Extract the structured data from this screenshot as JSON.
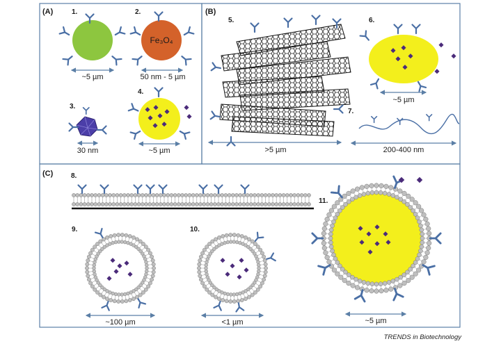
{
  "panels": {
    "a": "(A)",
    "b": "(B)",
    "c": "(C)"
  },
  "items": {
    "n1": {
      "number": "1.",
      "size_label": "~5 µm",
      "color": "#8dc63f"
    },
    "n2": {
      "number": "2.",
      "material": "Fe₃O₄",
      "size_label": "50 nm - 5 µm",
      "color": "#d4622a"
    },
    "n3": {
      "number": "3.",
      "size_label": "30 nm",
      "color": "#4b3ea8"
    },
    "n4": {
      "number": "4.",
      "size_label": "~5 µm",
      "color": "#f3ef1c"
    },
    "n5": {
      "number": "5.",
      "size_label": ">5 µm"
    },
    "n6": {
      "number": "6.",
      "size_label": "~5 µm",
      "color": "#f3ef1c"
    },
    "n7": {
      "number": "7.",
      "size_label": "200-400 nm"
    },
    "n8": {
      "number": "8."
    },
    "n9": {
      "number": "9.",
      "size_label": "~100 µm"
    },
    "n10": {
      "number": "10.",
      "size_label": "<1 µm"
    },
    "n11": {
      "number": "11.",
      "size_label": "~5 µm",
      "color": "#f3ef1c"
    }
  },
  "credit": "TRENDS in Biotechnology",
  "colors": {
    "frame": "#5b7fa6",
    "antibody": "#4a6fa5",
    "arrow": "#5b7fa6",
    "drug": "#4b2b7a",
    "lipid_head": "#bfbfbf"
  }
}
